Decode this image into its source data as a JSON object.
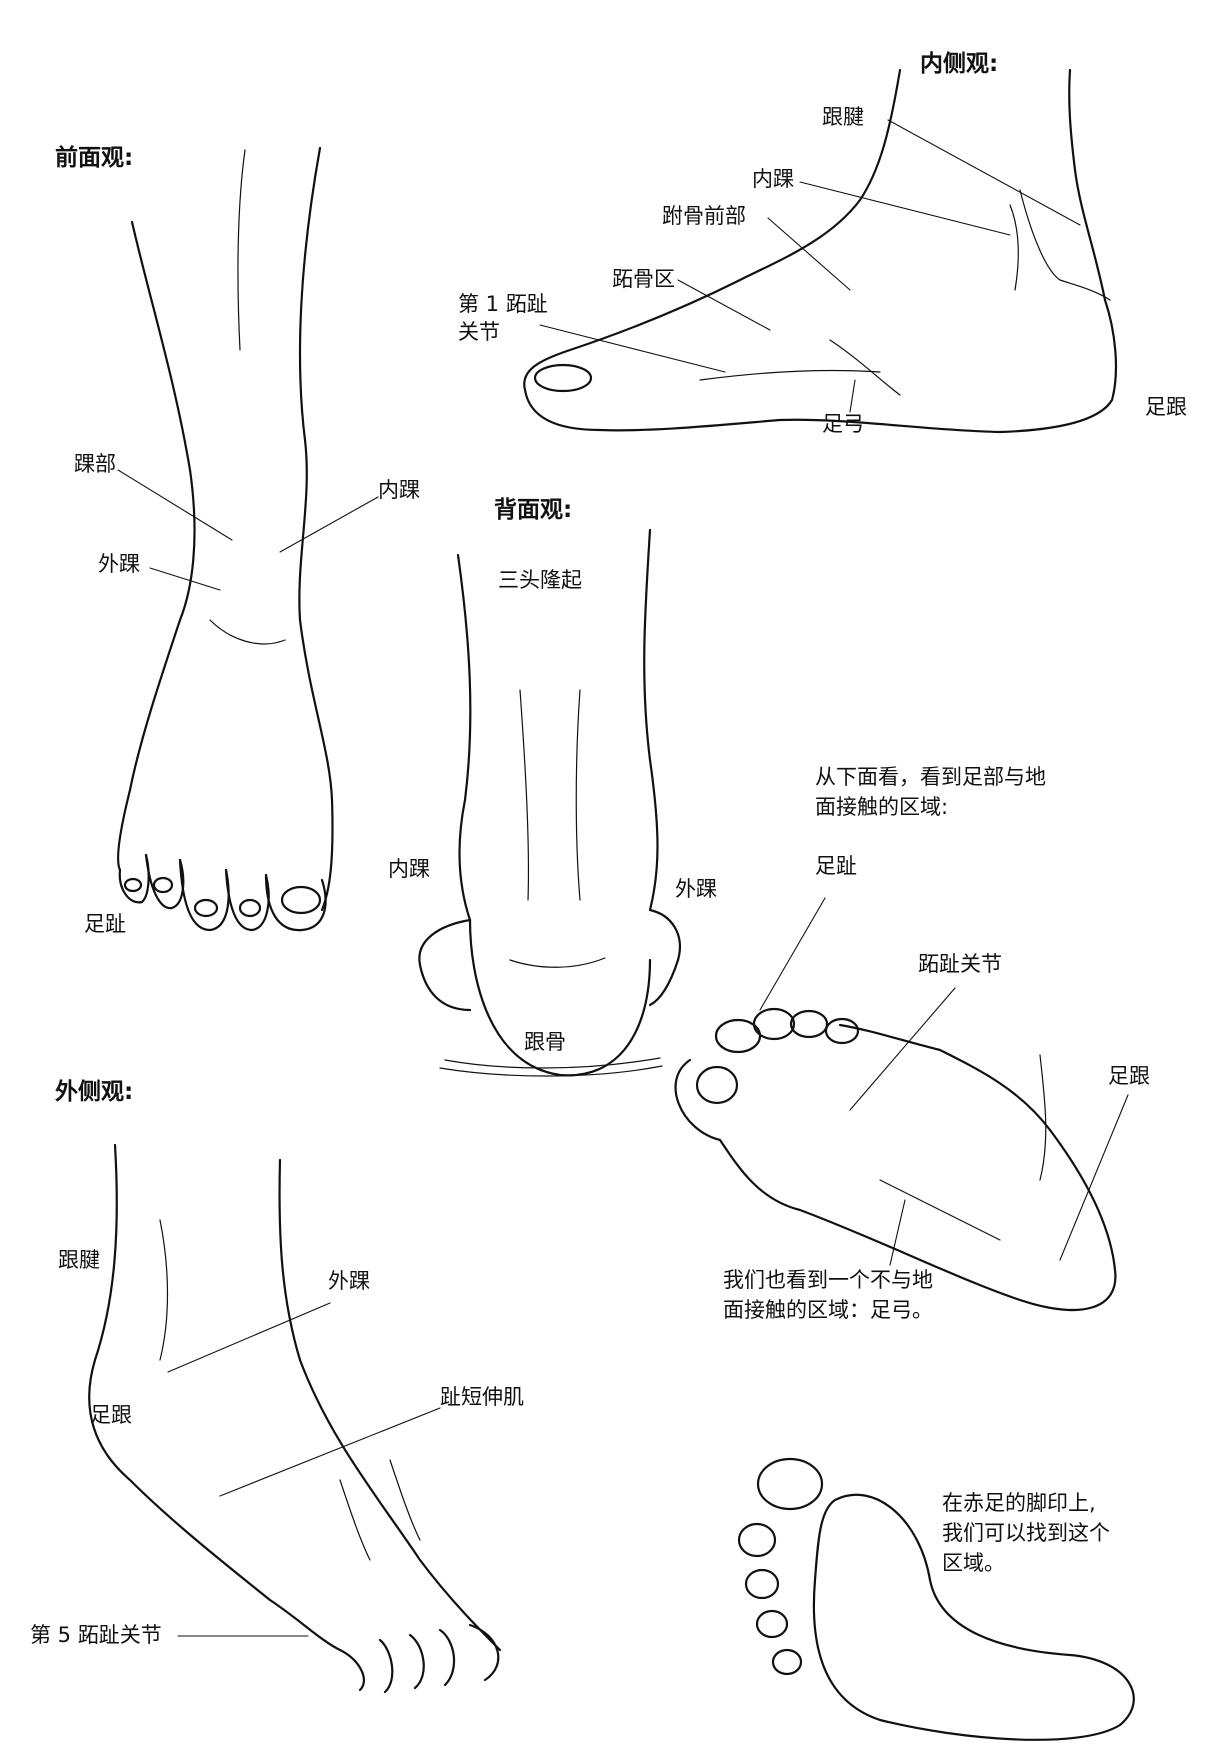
{
  "views": {
    "front": {
      "title": "前面观:",
      "ankle": "踝部",
      "medial_malleolus": "内踝",
      "lateral_malleolus": "外踝",
      "toes": "足趾"
    },
    "medial": {
      "title": "内侧观:",
      "achilles": "跟腱",
      "medial_malleolus": "内踝",
      "tarsal_front": "跗骨前部",
      "metatarsal": "跖骨区",
      "first_joint_line1": "第 1 跖趾",
      "first_joint_line2": "关节",
      "arch": "足弓",
      "heel": "足跟"
    },
    "back": {
      "title": "背面观:",
      "triceps": "三头隆起",
      "medial_malleolus": "内踝",
      "lateral_malleolus": "外踝",
      "calcaneus": "跟骨"
    },
    "bottom": {
      "note_line1": "从下面看，看到足部与地",
      "note_line2": "面接触的区域:",
      "toes": "足趾",
      "joints": "跖趾关节",
      "heel": "足跟",
      "note2_line1": "我们也看到一个不与地",
      "note2_line2": "面接触的区域：足弓。"
    },
    "lateral": {
      "title": "外侧观:",
      "achilles": "跟腱",
      "lateral_malleolus": "外踝",
      "heel": "足跟",
      "extensor": "趾短伸肌",
      "fifth_joint": "第 5 跖趾关节"
    },
    "footprint": {
      "line1": "在赤足的脚印上,",
      "line2": "我们可以找到这个",
      "line3": "区域。"
    }
  }
}
